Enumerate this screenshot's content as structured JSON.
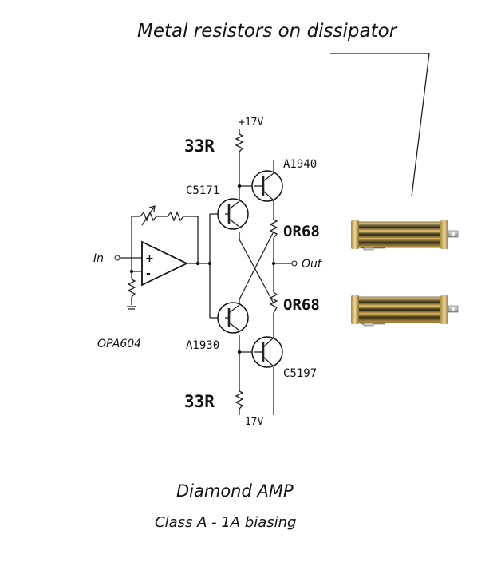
{
  "annotation": {
    "text": "Metal resistors on dissipator"
  },
  "supply": {
    "positive": "+17V",
    "negative": "-17V"
  },
  "resistors": {
    "emitter_top": "33R",
    "emitter_bottom": "33R",
    "output_top": "OR68",
    "output_bottom": "OR68"
  },
  "transistors": {
    "q_top_right": "A1940",
    "q_top_left": "C5171",
    "q_bottom_left": "A1930",
    "q_bottom_right": "C5197"
  },
  "opamp": {
    "name": "OPA604",
    "plus": "+",
    "minus": "-"
  },
  "io": {
    "input": "In",
    "output": "Out"
  },
  "title": {
    "main": "Diamond AMP",
    "sub": "Class A - 1A biasing"
  },
  "colors": {
    "resistor_gold": "#c8a24a",
    "resistor_dark": "#2a2416",
    "terminal_silver": "#b8b8b8"
  }
}
